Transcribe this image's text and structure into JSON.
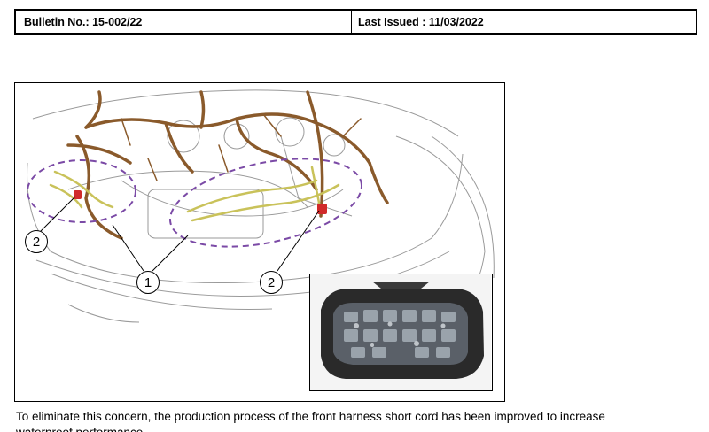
{
  "header": {
    "bulletin_no": "Bulletin No.: 15-002/22",
    "last_issued": "Last Issued : 11/03/2022"
  },
  "figure": {
    "callout_1": "1",
    "callout_2_left": "2",
    "callout_2_right": "2",
    "colors": {
      "harness_brown": "#8a5a2b",
      "harness_yellow": "#c9c25a",
      "highlight_dash": "#7b4aa6",
      "connector_red": "#d12a2a"
    }
  },
  "body": {
    "line1": "To eliminate this concern, the production process of the front harness short cord has been improved to increase",
    "line2": "waterproof performance."
  }
}
